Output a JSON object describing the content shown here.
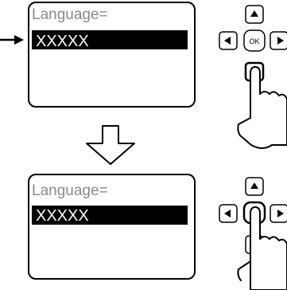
{
  "step1": {
    "screen": {
      "label": "Language=",
      "value": "XXXXX"
    },
    "pressed_key": "down"
  },
  "step2": {
    "screen": {
      "label": "Language=",
      "value": "XXXXX"
    },
    "pressed_key": "ok"
  },
  "keypad": {
    "ok_label": "OK"
  },
  "icons": [
    "right-arrow-icon",
    "down-arrow-icon",
    "pointing-hand-icon",
    "up-key-icon",
    "down-key-icon",
    "left-key-icon",
    "right-key-icon"
  ],
  "colors": {
    "line": "#000000",
    "highlight": "#000000",
    "label": "#8a8a8a"
  }
}
